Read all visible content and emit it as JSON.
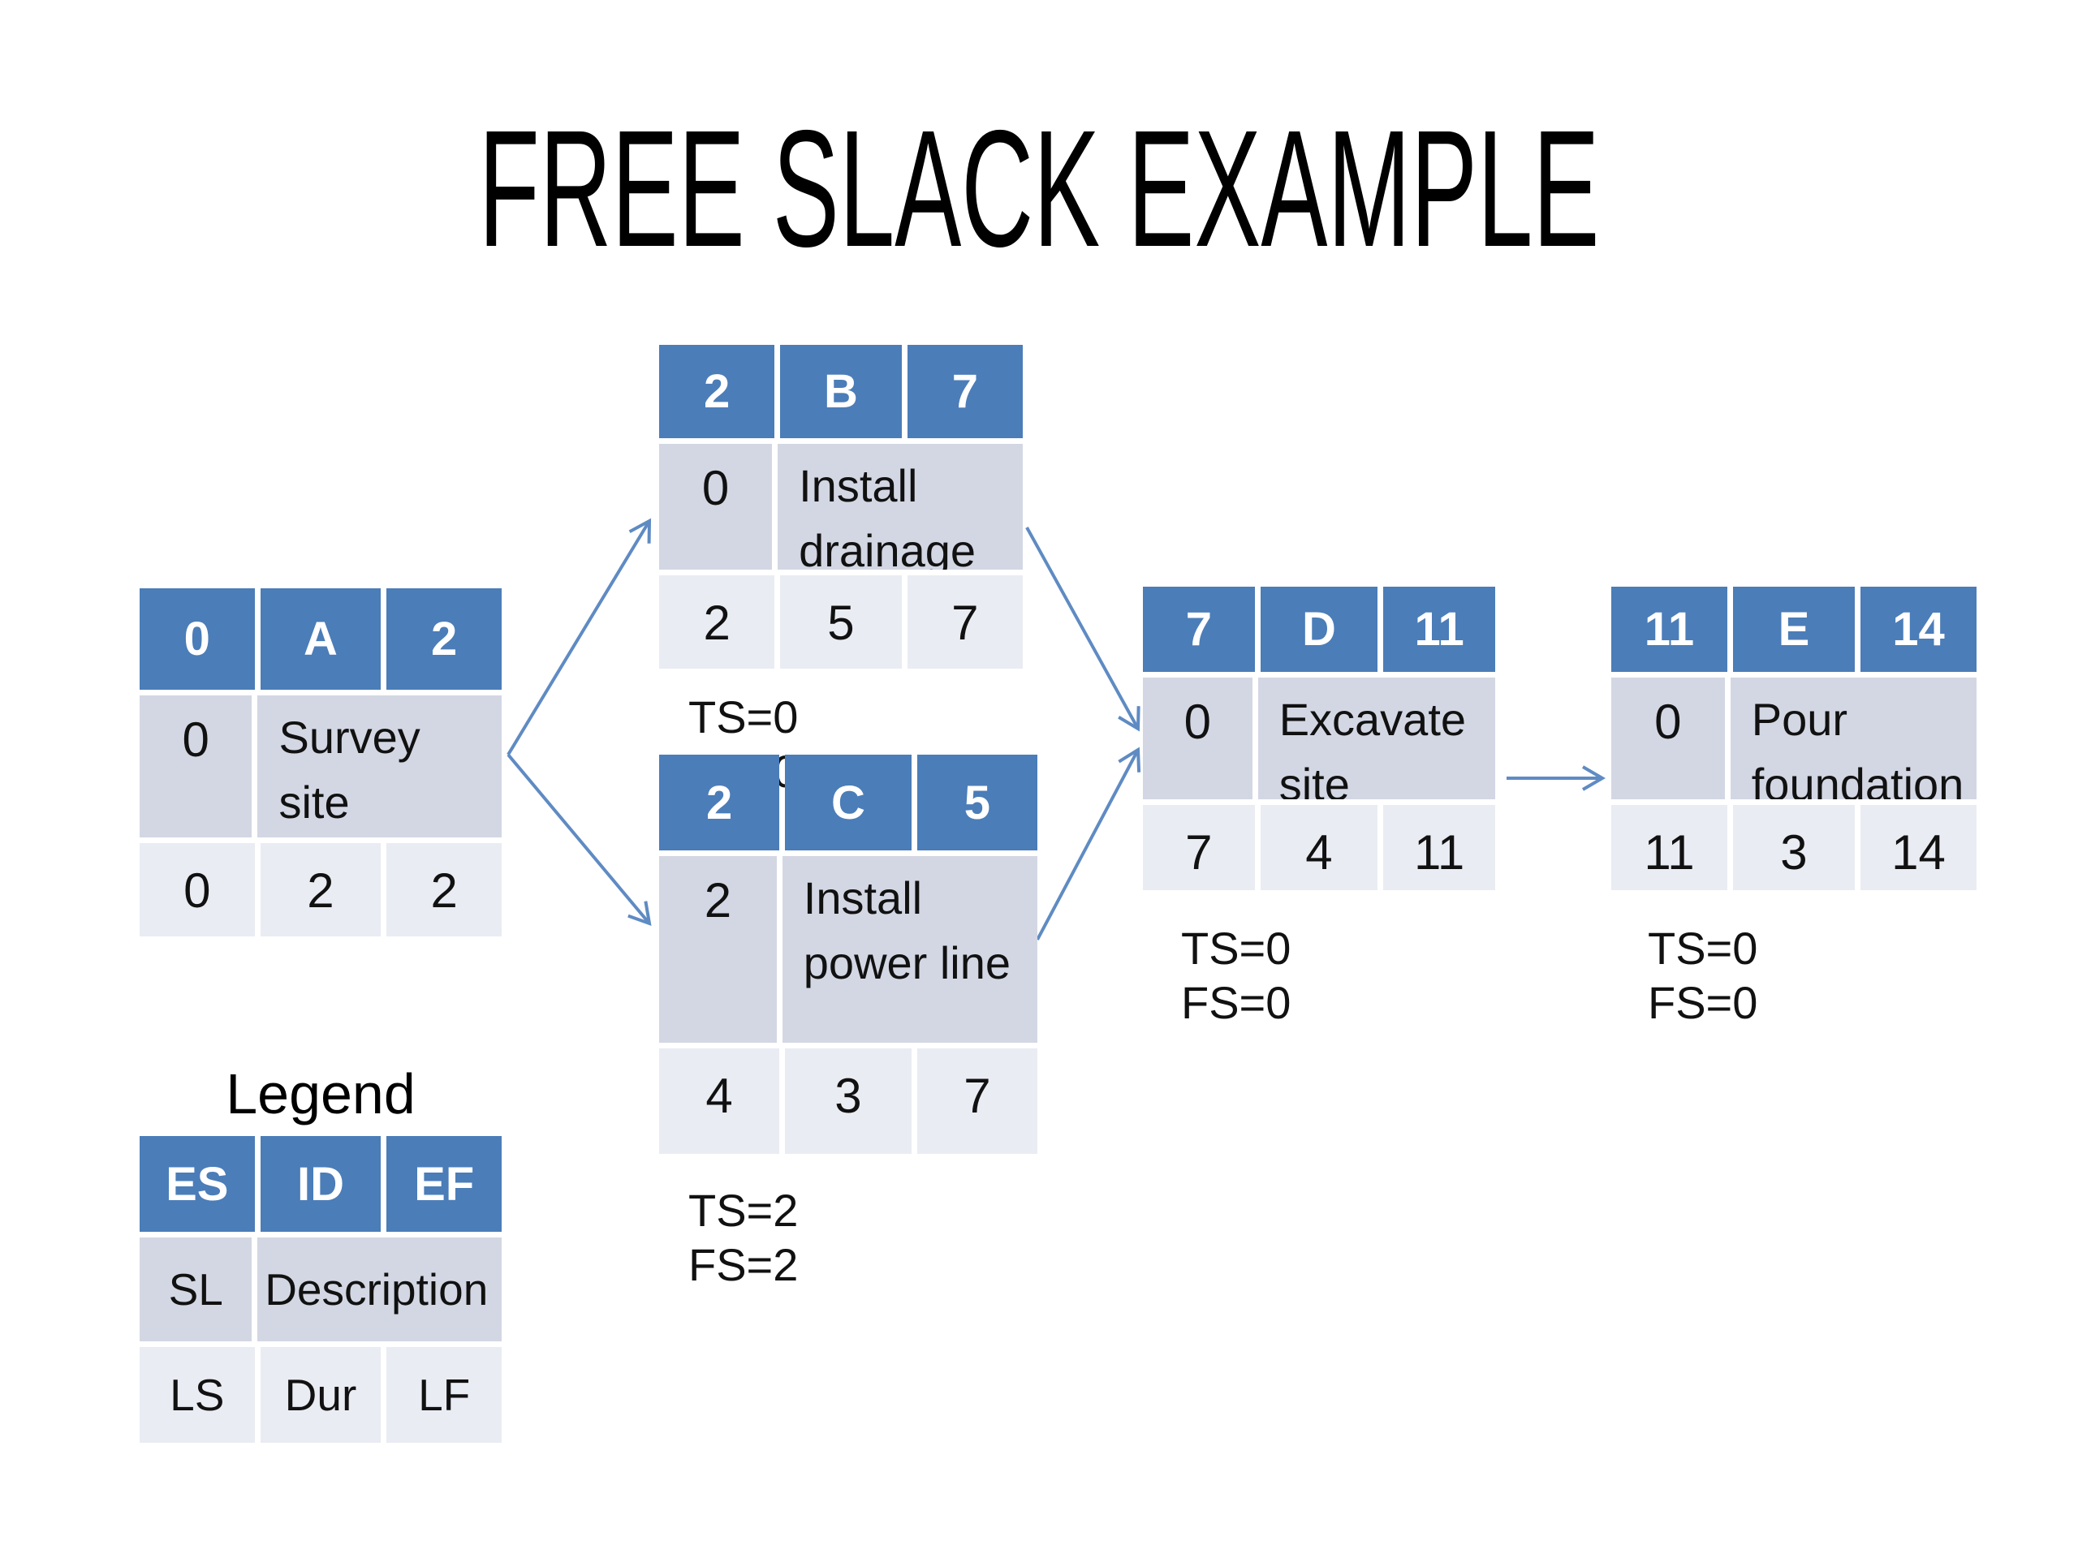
{
  "title": "FREE SLACK EXAMPLE",
  "colors": {
    "header_blue": "#4b7db8",
    "mid_row": "#d3d7e3",
    "bottom_row": "#eaecf3",
    "arrow_blue": "#5f8bc3",
    "text": "#111111"
  },
  "nodes": [
    {
      "key": "A",
      "es": "0",
      "id": "A",
      "ef": "2",
      "sl": "0",
      "description": "Survey site",
      "ls": "0",
      "dur": "2",
      "lf": "2",
      "ts": "",
      "fs": ""
    },
    {
      "key": "B",
      "es": "2",
      "id": "B",
      "ef": "7",
      "sl": "0",
      "description": "Install drainage",
      "ls": "2",
      "dur": "5",
      "lf": "7",
      "ts": "TS=0",
      "fs": "FS=0"
    },
    {
      "key": "C",
      "es": "2",
      "id": "C",
      "ef": "5",
      "sl": "2",
      "description": "Install power line",
      "ls": "4",
      "dur": "3",
      "lf": "7",
      "ts": "TS=2",
      "fs": "FS=2"
    },
    {
      "key": "D",
      "es": "7",
      "id": "D",
      "ef": "11",
      "sl": "0",
      "description": "Excavate site",
      "ls": "7",
      "dur": "4",
      "lf": "11",
      "ts": "TS=0",
      "fs": "FS=0"
    },
    {
      "key": "E",
      "es": "11",
      "id": "E",
      "ef": "14",
      "sl": "0",
      "description": "Pour foundation",
      "ls": "11",
      "dur": "3",
      "lf": "14",
      "ts": "TS=0",
      "fs": "FS=0"
    }
  ],
  "legend": {
    "title": "Legend",
    "es": "ES",
    "id": "ID",
    "ef": "EF",
    "sl": "SL",
    "description": "Description",
    "ls": "LS",
    "dur": "Dur",
    "lf": "LF"
  }
}
